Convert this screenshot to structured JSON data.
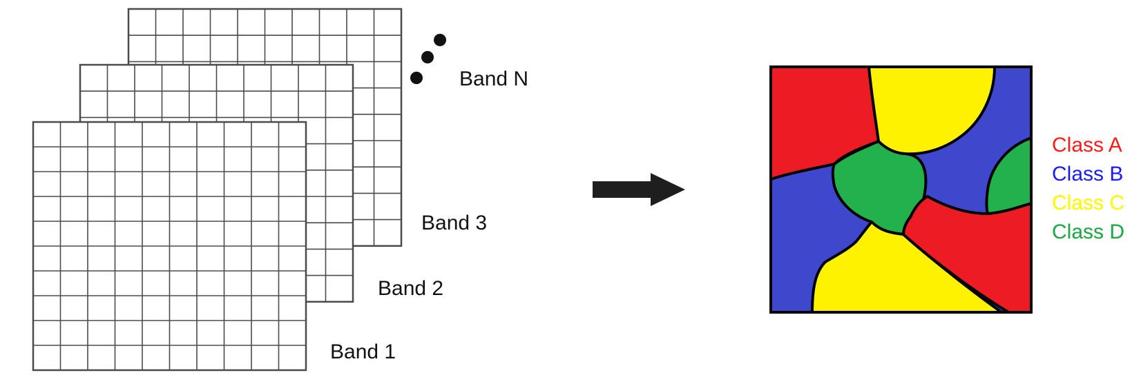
{
  "bands": [
    {
      "id": "band-n",
      "label": "Band N"
    },
    {
      "id": "band-3",
      "label": "Band 3"
    },
    {
      "id": "band-2",
      "label": "Band 2"
    },
    {
      "id": "band-1",
      "label": "Band 1"
    }
  ],
  "legend": [
    {
      "id": "class-a",
      "label": "Class A",
      "color": "#ff1a1a"
    },
    {
      "id": "class-b",
      "label": "Class B",
      "color": "#1a1aff"
    },
    {
      "id": "class-c",
      "label": "Class C",
      "color": "#ffff00"
    },
    {
      "id": "class-d",
      "label": "Class D",
      "color": "#22a84a"
    }
  ],
  "map_colors": {
    "red": "#ed1c24",
    "blue": "#3f48cc",
    "yellow": "#fff200",
    "green": "#22b14c"
  },
  "arrow_color": "#1e1e1e"
}
